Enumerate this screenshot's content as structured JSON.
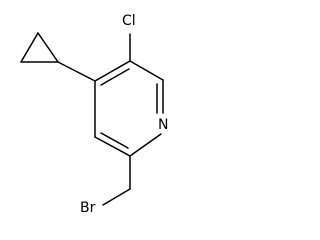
{
  "molecule": {
    "atoms": {
      "cl": "Cl",
      "n": "N",
      "br": "Br"
    }
  }
}
